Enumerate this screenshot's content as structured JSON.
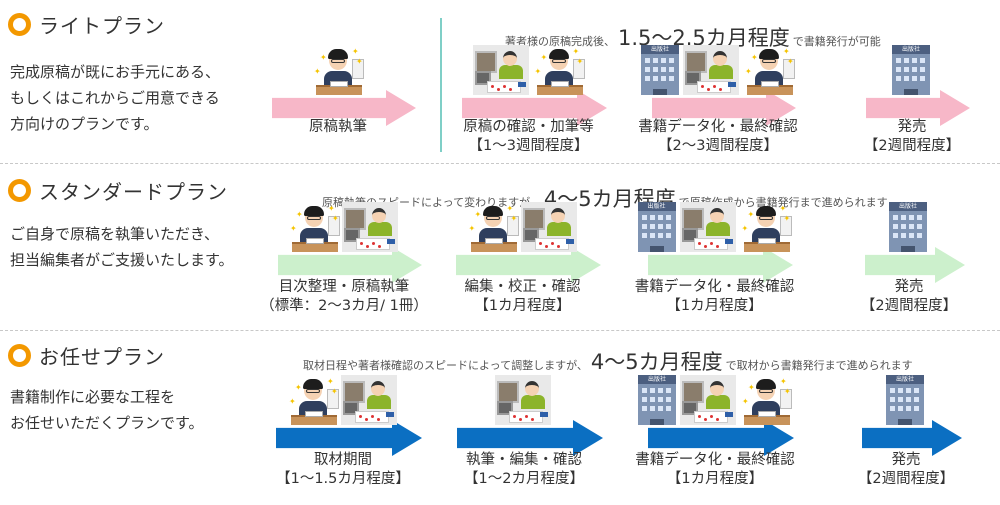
{
  "colors": {
    "accent_ring": "#f39800",
    "light_arrow": "#f7b7c8",
    "standard_arrow": "#ccf0cc",
    "omakase_arrow": "#0b6fc2",
    "separator_line": "#7fcfc7"
  },
  "illustration_labels": {
    "publisher_sign": "出版社"
  },
  "plans": [
    {
      "title": "ライトプラン",
      "icon": "orange-ring-icon",
      "description": [
        "完成原稿が既にお手元にある、",
        "もしくはこれからご用意できる",
        "方向けのプランです。"
      ],
      "summary": {
        "pre": "著者様の原稿完成後、",
        "highlight": "1.5〜2.5カ月程度",
        "post": "で書籍発行が可能"
      },
      "steps": [
        {
          "title": "原稿執筆",
          "duration": "",
          "illustrations": [
            "writer"
          ]
        },
        {
          "title": "原稿の確認・加筆等",
          "duration": "【1〜3週間程度】",
          "illustrations": [
            "editor",
            "writer"
          ]
        },
        {
          "title": "書籍データ化・最終確認",
          "duration": "【2〜3週間程度】",
          "illustrations": [
            "publisher",
            "editor",
            "writer"
          ]
        },
        {
          "title": "発売",
          "duration": "【2週間程度】",
          "illustrations": [
            "publisher"
          ]
        }
      ]
    },
    {
      "title": "スタンダードプラン",
      "icon": "orange-ring-icon",
      "description": [
        "ご自身で原稿を執筆いただき、",
        "担当編集者がご支援いたします。"
      ],
      "summary": {
        "pre": "原稿執筆のスピードによって変わりますが、",
        "highlight": "4〜5カ月程度",
        "post": "で原稿作成から書籍発行まで進められます"
      },
      "steps": [
        {
          "title": "目次整理・原稿執筆",
          "duration": "（標準：2〜3カ月/ 1冊）",
          "illustrations": [
            "writer",
            "editor"
          ]
        },
        {
          "title": "編集・校正・確認",
          "duration": "【1カ月程度】",
          "illustrations": [
            "writer",
            "editor"
          ]
        },
        {
          "title": "書籍データ化・最終確認",
          "duration": "【1カ月程度】",
          "illustrations": [
            "publisher",
            "editor",
            "writer"
          ]
        },
        {
          "title": "発売",
          "duration": "【2週間程度】",
          "illustrations": [
            "publisher"
          ]
        }
      ]
    },
    {
      "title": "お任せプラン",
      "icon": "orange-ring-icon",
      "description": [
        "書籍制作に必要な工程を",
        "お任せいただくプランです。"
      ],
      "summary": {
        "pre": "取材日程や著者様確認のスピードによって調整しますが、",
        "highlight": "4〜5カ月程度",
        "post": "で取材から書籍発行まで進められます"
      },
      "steps": [
        {
          "title": "取材期間",
          "duration": "【1〜1.5カ月程度】",
          "illustrations": [
            "writer",
            "editor"
          ]
        },
        {
          "title": "執筆・編集・確認",
          "duration": "【1〜2カ月程度】",
          "illustrations": [
            "editor"
          ]
        },
        {
          "title": "書籍データ化・最終確認",
          "duration": "【1カ月程度】",
          "illustrations": [
            "publisher",
            "editor",
            "writer"
          ]
        },
        {
          "title": "発売",
          "duration": "【2週間程度】",
          "illustrations": [
            "publisher"
          ]
        }
      ]
    }
  ]
}
